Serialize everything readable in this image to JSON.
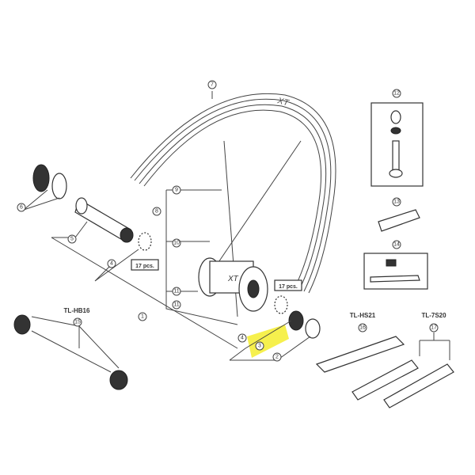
{
  "diagram": {
    "callouts": {
      "rim": "7",
      "lock_ring": "6",
      "free_hub_body": "5",
      "washer_left": "4",
      "axle_assembly": "1",
      "spoke_set": "8",
      "spoke_a": "9",
      "spoke_b": "10",
      "nipple_a": "11",
      "nipple_b": "11",
      "cone": "3",
      "lock_nut": "2",
      "washer_right": "4",
      "valve_kit": "12",
      "spoke_wrench": "13",
      "tire_lever_kit": "14",
      "tool_hb16": "15",
      "tool_hs21": "16",
      "tool_7s20": "17"
    },
    "qty_left": "17 pcs.",
    "qty_right": "17 pcs.",
    "tools": {
      "hb16": "TL-HB16",
      "hs21": "TL-HS21",
      "7s20": "TL-7S20"
    },
    "rim_brand": "XT",
    "highlight_color": "#f5ee3a"
  }
}
